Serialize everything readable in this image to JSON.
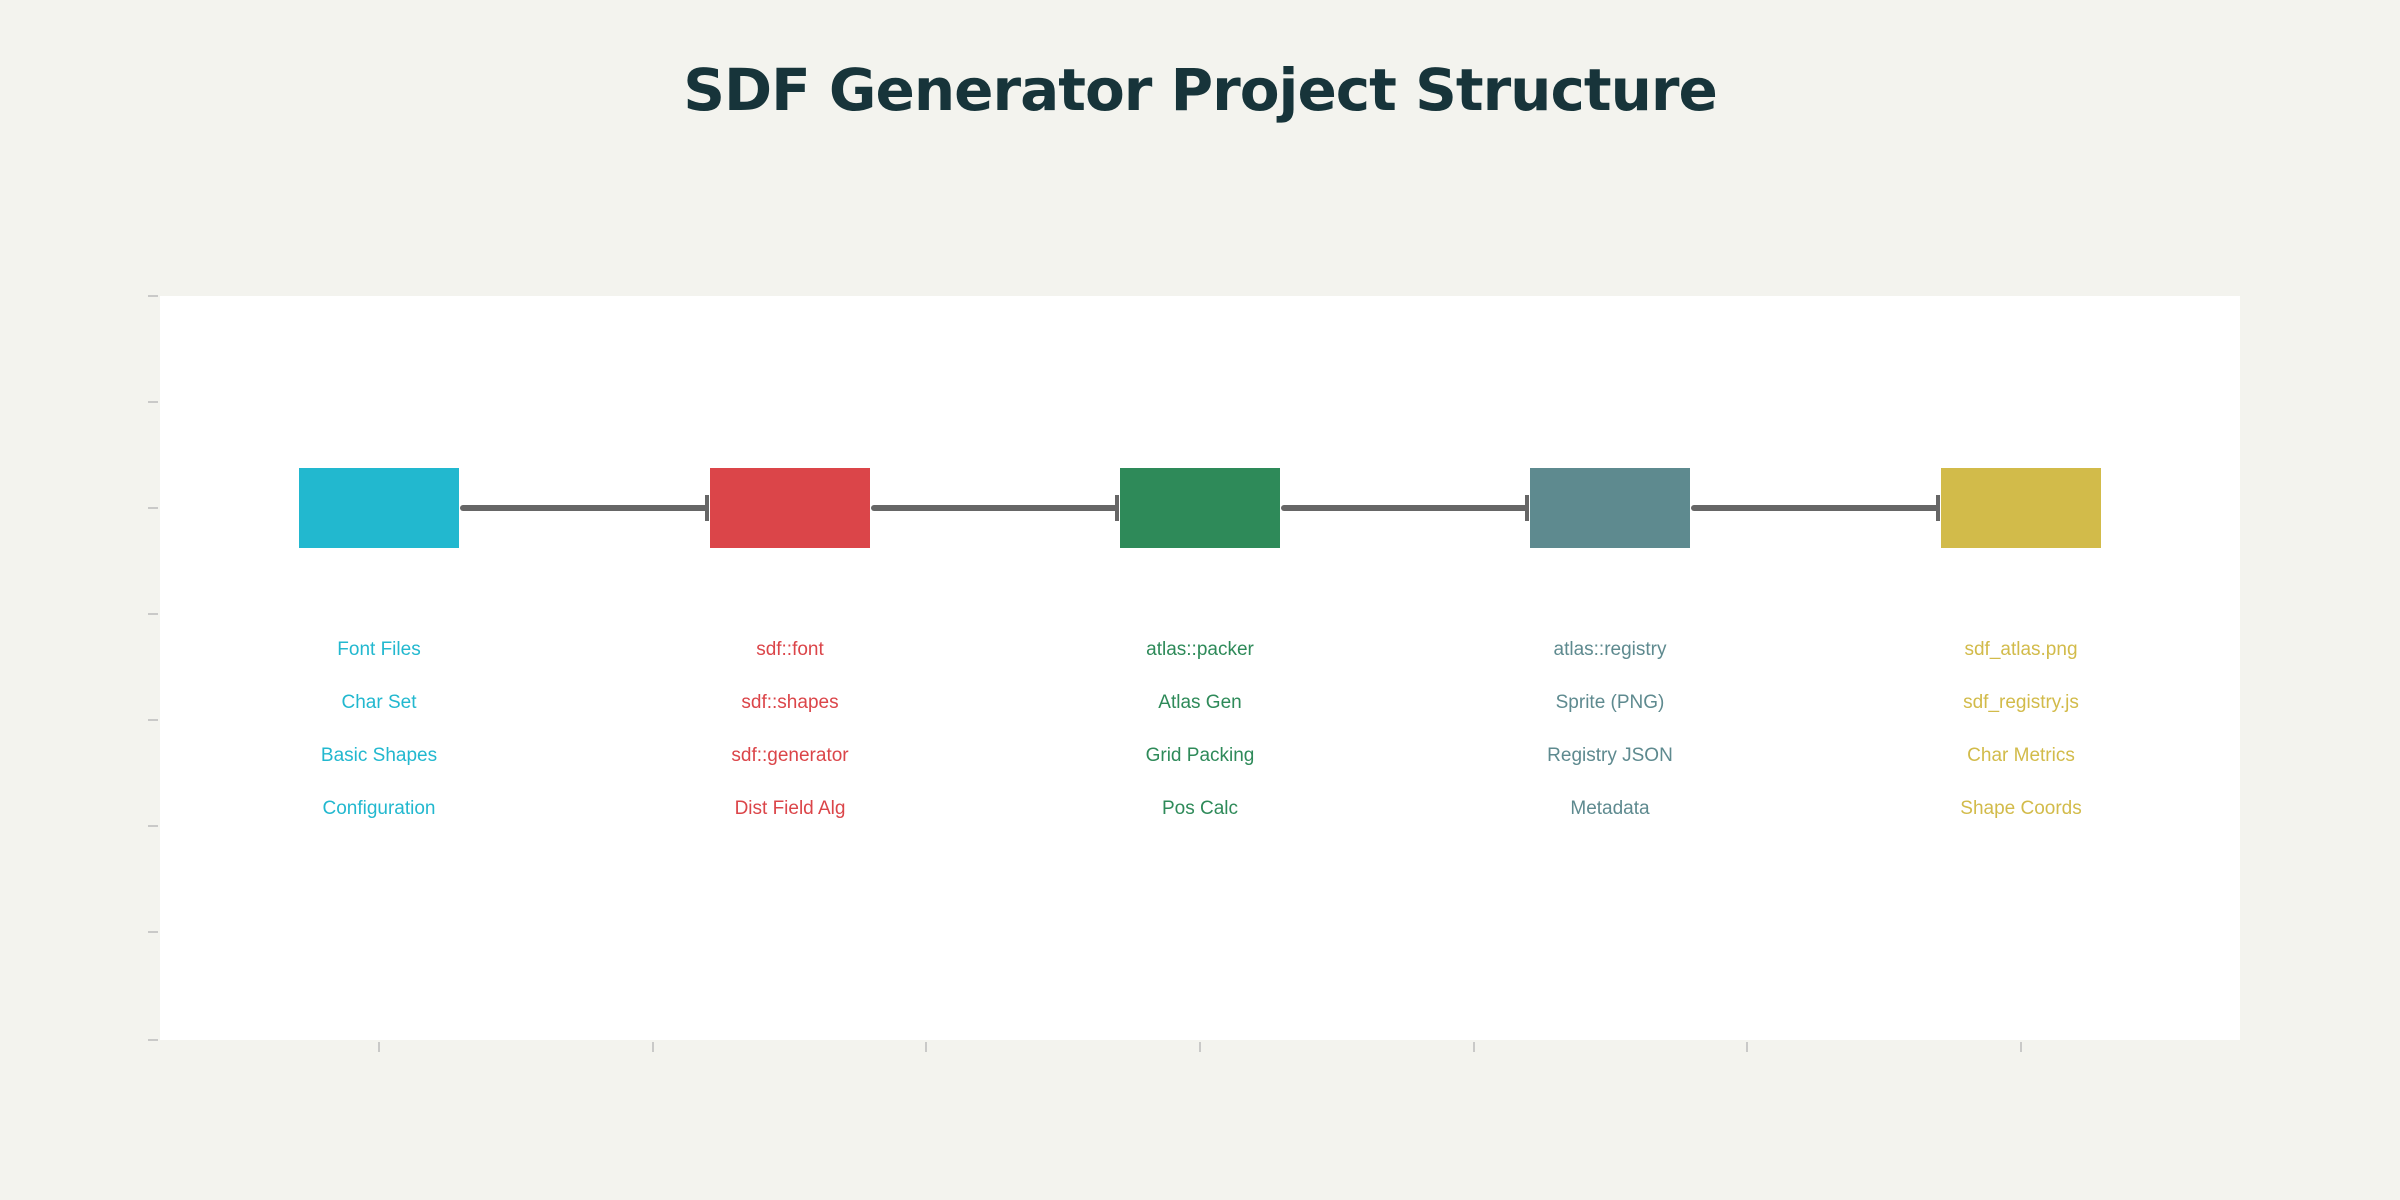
{
  "title": "SDF Generator Project Structure",
  "stages": [
    {
      "color": "#22b8cf",
      "items": [
        "Font Files",
        "Char Set",
        "Basic Shapes",
        "Configuration"
      ]
    },
    {
      "color": "#db4549",
      "items": [
        "sdf::font",
        "sdf::shapes",
        "sdf::generator",
        "Dist Field Alg"
      ]
    },
    {
      "color": "#2e8a59",
      "items": [
        "atlas::packer",
        "Atlas Gen",
        "Grid Packing",
        "Pos Calc"
      ]
    },
    {
      "color": "#5e8a8f",
      "items": [
        "atlas::registry",
        "Sprite (PNG)",
        "Registry JSON",
        "Metadata"
      ]
    },
    {
      "color": "#d2bb4a",
      "items": [
        "sdf_atlas.png",
        "sdf_registry.js",
        "Char Metrics",
        "Shape Coords"
      ]
    }
  ],
  "colors": {
    "background": "#f3f3ee",
    "panel": "#ffffff",
    "arrow": "#666666",
    "axis": "#bbbbbb",
    "title": "#17343a"
  }
}
